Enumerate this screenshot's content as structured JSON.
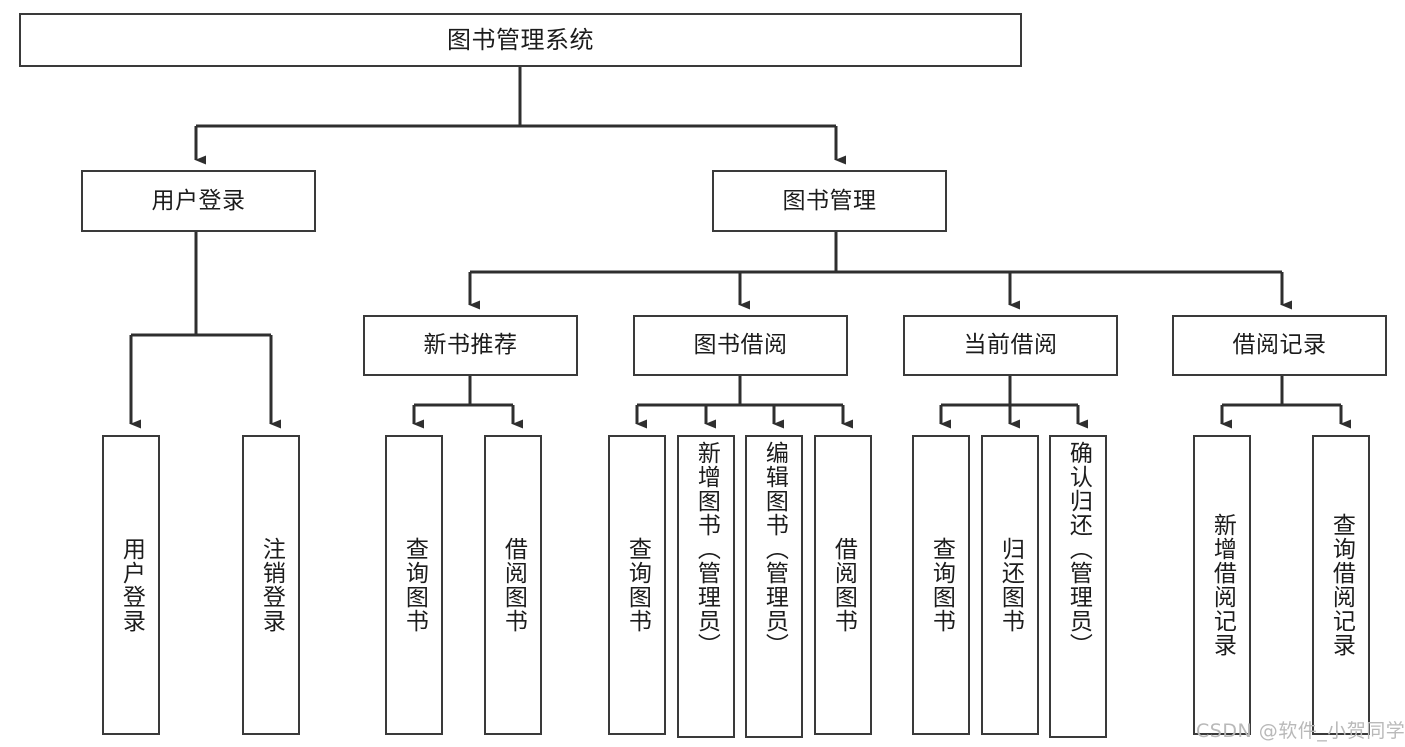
{
  "diagram": {
    "title": "图书管理系统",
    "type": "tree",
    "colors": {
      "box_border": "#3a3a3a",
      "box_fill": "#ffffff",
      "connector": "#2f2f2f",
      "text": "#1c1c1c",
      "watermark": "#b9b9b9"
    },
    "root": {
      "label": "图书管理系统"
    },
    "level2": [
      {
        "label": "用户登录"
      },
      {
        "label": "图书管理"
      }
    ],
    "level3": [
      {
        "label": "新书推荐"
      },
      {
        "label": "图书借阅"
      },
      {
        "label": "当前借阅"
      },
      {
        "label": "借阅记录"
      }
    ],
    "leaves": {
      "user_login": [
        {
          "label": "用户登录"
        },
        {
          "label": "注销登录"
        }
      ],
      "new_book": [
        {
          "label": "查询图书"
        },
        {
          "label": "借阅图书"
        }
      ],
      "book_borrow": [
        {
          "label": "查询图书"
        },
        {
          "label": "新增图书（管理员）"
        },
        {
          "label": "编辑图书（管理员）"
        },
        {
          "label": "借阅图书"
        }
      ],
      "current_borrow": [
        {
          "label": "查询图书"
        },
        {
          "label": "归还图书"
        },
        {
          "label": "确认归还（管理员）"
        }
      ],
      "borrow_record": [
        {
          "label": "新增借阅记录"
        },
        {
          "label": "查询借阅记录"
        }
      ]
    }
  },
  "watermark": {
    "text": "CSDN @软件_小贺同学"
  }
}
